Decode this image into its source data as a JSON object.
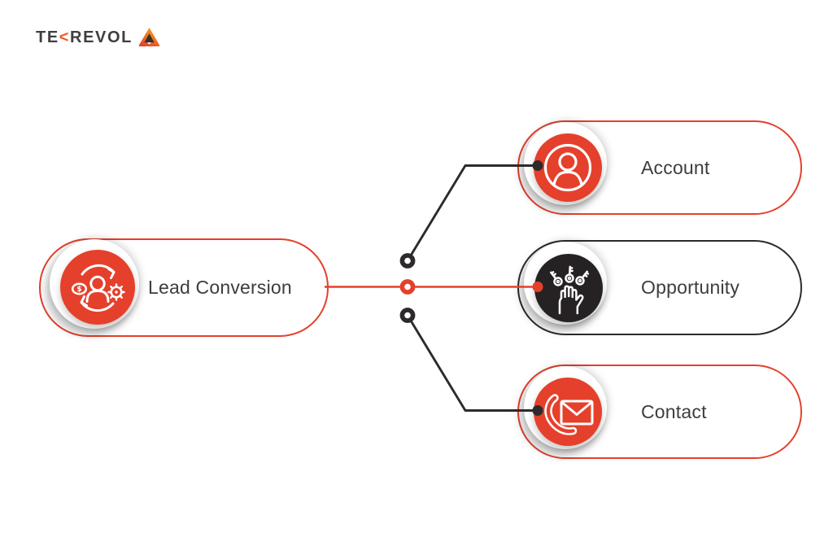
{
  "logo": {
    "prefix": "TE",
    "k_glyph": "<",
    "suffix": "REVOL",
    "mark_icon": "tekrevol-triangle-mark",
    "text_color": "#3f3f3f",
    "accent_color": "#f15a24"
  },
  "colors": {
    "red": "#e5402b",
    "black": "#2b2b2b",
    "dark_circle": "#262223",
    "text": "#3d3d3d",
    "background": "#ffffff"
  },
  "diagram": {
    "source": {
      "label": "Lead Conversion",
      "icon": "lead-conversion-cycle-icon",
      "coin_symbol": "$",
      "variant": "red"
    },
    "targets": [
      {
        "label": "Account",
        "icon": "user-account-icon",
        "variant": "red",
        "connector_color": "#2b2b2b"
      },
      {
        "label": "Opportunity",
        "icon": "keys-in-hand-opportunity-icon",
        "variant": "black",
        "connector_color": "#e5402b"
      },
      {
        "label": "Contact",
        "icon": "phone-envelope-contact-icon",
        "variant": "red",
        "connector_color": "#2b2b2b"
      }
    ]
  }
}
